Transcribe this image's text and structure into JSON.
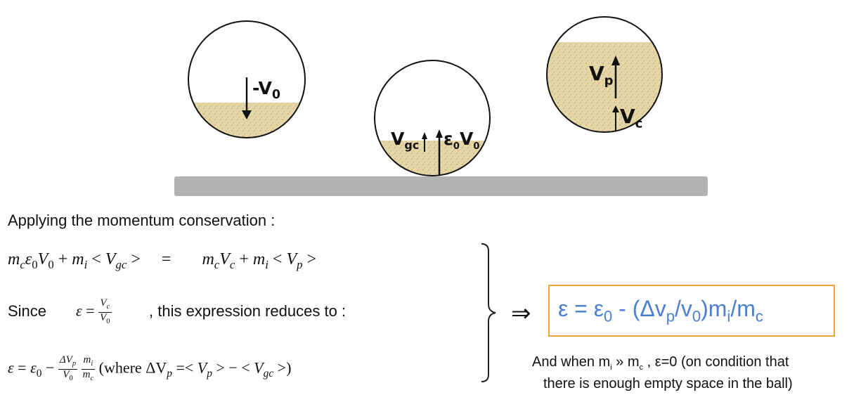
{
  "diagram": {
    "ball1": {
      "arrow_label": "-V",
      "arrow_sub": "0"
    },
    "ball2": {
      "left_label": "V",
      "left_sub": "gc",
      "right_label_eps": "ε",
      "right_eps_sub": "0",
      "right_label_v": "V",
      "right_v_sub": "0"
    },
    "ball3": {
      "top_label": "V",
      "top_sub": "p",
      "bottom_label": "V",
      "bottom_sub": "c"
    }
  },
  "text": {
    "applying": "Applying the momentum conservation :",
    "since": "Since",
    "reduces": ", this expression reduces to :",
    "implies": "⇒",
    "result": {
      "eps": "ε = ε",
      "eps_sub": "0",
      "minus": " - (Δv",
      "p_sub": "p",
      "slash_v": "/v",
      "v_sub": "0",
      "m_i": ")m",
      "i_sub": "i",
      "slash_m": "/m",
      "c_sub": "c"
    },
    "and_when_1": "And when  m",
    "and_when_i": "i",
    "and_when_2": " » m",
    "and_when_c": "c",
    "and_when_3": " ,  ε=0  (on condition that",
    "and_when_line2": "there is enough empty space in the ball)"
  },
  "equations": {
    "eq1": {
      "lhs": {
        "m": "m",
        "c": "c",
        "eps": "ε",
        "zero": "0",
        "V": "V",
        "V0sub": "0",
        "plus": "+",
        "m2": "m",
        "i": "i",
        "lt": "<",
        "V2": "V",
        "gc": "gc",
        "gt": ">"
      },
      "eq": "=",
      "rhs": {
        "m": "m",
        "c": "c",
        "V": "V",
        "Vc": "c",
        "plus": "+",
        "m2": "m",
        "i": "i",
        "lt": "<",
        "V2": "V",
        "p": "p",
        "gt": ">"
      }
    },
    "eq2": {
      "eps": "ε",
      "eq": "=",
      "num_V": "V",
      "num_sub": "c",
      "den_V": "V",
      "den_sub": "0"
    },
    "eq3": {
      "eps": "ε",
      "eq": "=",
      "eps0": "ε",
      "eps0_sub": "0",
      "minus": "−",
      "f1_num": "ΔV",
      "f1_num_sub": "p",
      "f1_den": "V",
      "f1_den_sub": "0",
      "f2_num": "m",
      "f2_num_sub": "i",
      "f2_den": "m",
      "f2_den_sub": "c",
      "where": "(where",
      "dV": "ΔV",
      "dV_sub": "p",
      "rest1": "=<",
      "V1": "V",
      "V1_sub": "p",
      "rest2": "> − <",
      "V2": "V",
      "V2_sub": "gc",
      "rest3": ">)"
    }
  },
  "colors": {
    "box_border": "#f5a13a",
    "result_text": "#4a7fd4",
    "ground": "#b3b3b3",
    "sand": "#e0cf9c"
  }
}
